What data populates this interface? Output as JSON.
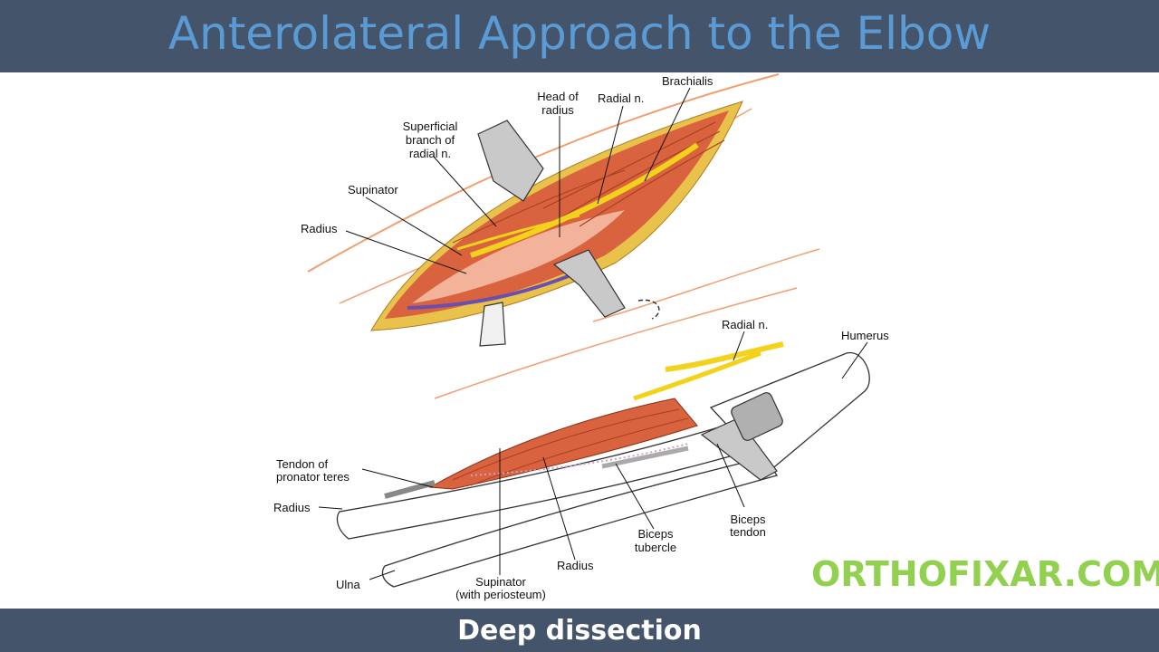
{
  "header": {
    "title": "Anterolateral Approach to the Elbow"
  },
  "footer": {
    "caption": "Deep dissection"
  },
  "watermark": {
    "text": "ORTHOFIXAR.COM"
  },
  "colors": {
    "header_bg": "#44546a",
    "title_color": "#5b9bd5",
    "watermark_color": "#92d050",
    "muscle": "#d9623f",
    "nerve": "#f2d21b",
    "skin_line": "#f0a070"
  },
  "labels": {
    "brachialis": "Brachialis",
    "head_of_radius": "Head of radius",
    "head_of_radius_line1": "Head of",
    "head_of_radius_line2": "radius",
    "radial_n_top": "Radial n.",
    "superficial_1": "Superficial",
    "superficial_2": "branch of",
    "superficial_3": "radial n.",
    "supinator_top": "Supinator",
    "radius_top": "Radius",
    "radial_n_bottom": "Radial n.",
    "humerus": "Humerus",
    "tendon_1": "Tendon of",
    "tendon_2": "pronator teres",
    "radius_bottom_left": "Radius",
    "biceps_tendon_1": "Biceps",
    "biceps_tendon_2": "tendon",
    "biceps_tubercle_1": "Biceps",
    "biceps_tubercle_2": "tubercle",
    "radius_bottom_mid": "Radius",
    "ulna": "Ulna",
    "supinator_bottom_1": "Supinator",
    "supinator_bottom_2": "(with periosteum)"
  }
}
